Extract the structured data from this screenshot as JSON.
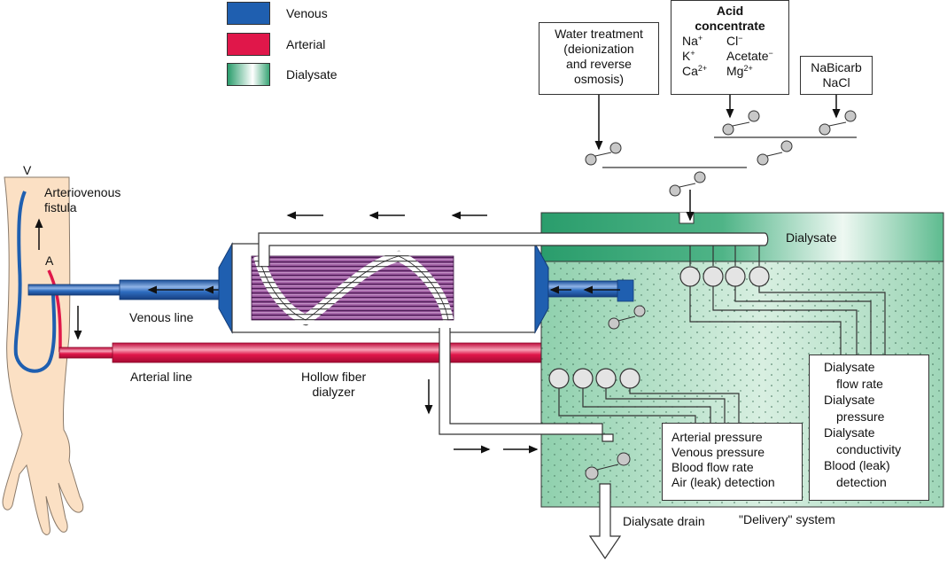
{
  "legend": [
    {
      "label": "Venous",
      "color": "#1f5fb0"
    },
    {
      "label": "Arterial",
      "color": "#e0174a"
    },
    {
      "label": "Dialysate",
      "color": "#2a9d6c"
    }
  ],
  "inputs": {
    "water_treatment": [
      "Water treatment",
      "(deionization",
      "and reverse",
      "osmosis)"
    ],
    "acid_concentrate": {
      "title": [
        "Acid",
        "concentrate"
      ],
      "ions": [
        {
          "cation": "Na",
          "cation_charge": "+",
          "anion": "Cl",
          "anion_charge": "−"
        },
        {
          "cation": "K",
          "cation_charge": "+",
          "anion": "Acetate",
          "anion_charge": "−"
        },
        {
          "cation": "Ca",
          "cation_charge": "2+",
          "anion": "Mg",
          "anion_charge": "2+"
        }
      ]
    },
    "bicarb": [
      "NaBicarb",
      "NaCl"
    ]
  },
  "labels": {
    "v": "V",
    "a": "A",
    "fistula": [
      "Arteriovenous",
      "fistula"
    ],
    "venous_line": "Venous line",
    "arterial_line": "Arterial line",
    "dialyzer": [
      "Hollow fiber",
      "dialyzer"
    ],
    "dialysate": "Dialysate",
    "drain": "Dialysate drain",
    "delivery": "\"Delivery\" system"
  },
  "monitors": {
    "blood": [
      "Arterial pressure",
      "Venous pressure",
      "Blood flow rate",
      "Air (leak) detection"
    ],
    "dialysate": [
      "Dialysate",
      "flow rate",
      "Dialysate",
      "pressure",
      "Dialysate",
      "conductivity",
      "Blood (leak)",
      "detection"
    ]
  },
  "colors": {
    "venous": "#1f5fb0",
    "arterial": "#e0174a",
    "dialysate_dark": "#2a9d6c",
    "dialysate_light": "#cfe9da",
    "fiber": "#8a3f8f",
    "skin": "#fbe0c4"
  }
}
